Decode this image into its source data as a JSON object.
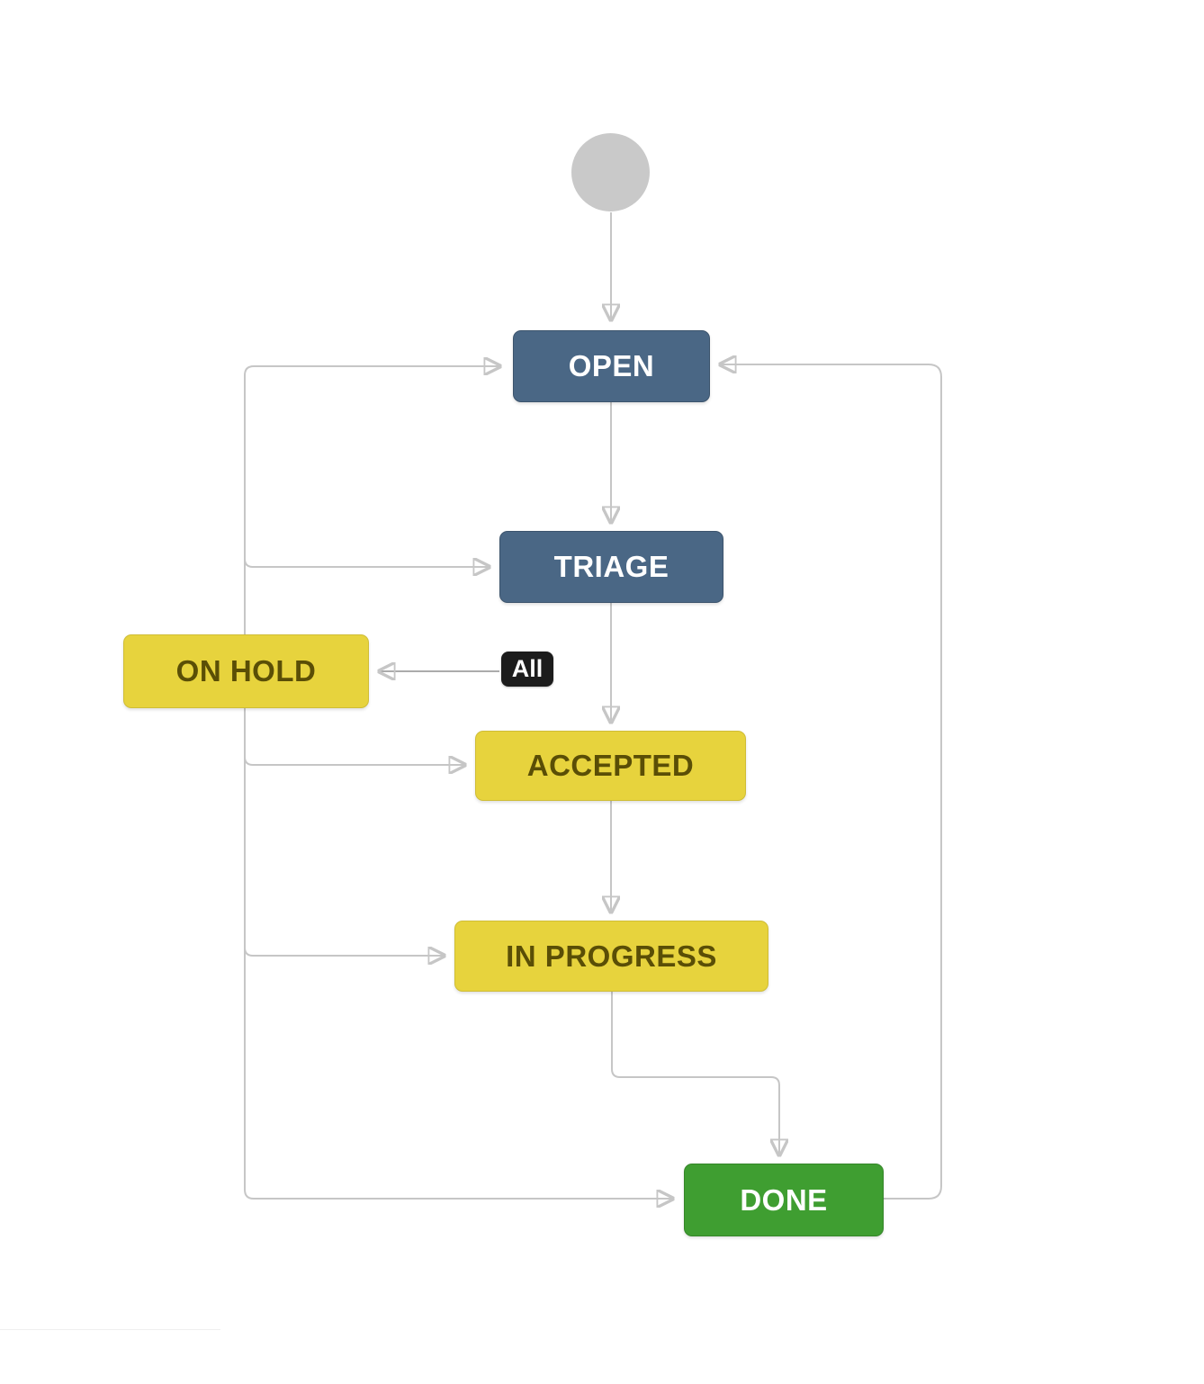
{
  "diagram": {
    "type": "workflow",
    "start_node": {
      "name": "start",
      "color": "#c9c9c9"
    },
    "nodes": [
      {
        "id": "open",
        "label": "OPEN",
        "color": "#4a6785",
        "text_color": "#ffffff"
      },
      {
        "id": "triage",
        "label": "TRIAGE",
        "color": "#4a6785",
        "text_color": "#ffffff"
      },
      {
        "id": "on-hold",
        "label": "ON HOLD",
        "color": "#e7d33d",
        "text_color": "#5a4e06"
      },
      {
        "id": "accepted",
        "label": "ACCEPTED",
        "color": "#e7d33d",
        "text_color": "#5a4e06"
      },
      {
        "id": "in-progress",
        "label": "IN PROGRESS",
        "color": "#e7d33d",
        "text_color": "#5a4e06"
      },
      {
        "id": "done",
        "label": "DONE",
        "color": "#3f9e31",
        "text_color": "#ffffff"
      }
    ],
    "transition_label": {
      "label": "All",
      "color": "#1c1c1c",
      "text_color": "#ffffff"
    },
    "edges": [
      {
        "from": "start",
        "to": "open"
      },
      {
        "from": "open",
        "to": "triage"
      },
      {
        "from": "triage",
        "to": "accepted"
      },
      {
        "from": "accepted",
        "to": "in-progress"
      },
      {
        "from": "in-progress",
        "to": "done"
      },
      {
        "from": "done",
        "to": "open"
      },
      {
        "from": "all-rail",
        "to": "open"
      },
      {
        "from": "all-rail",
        "to": "triage"
      },
      {
        "from": "all-rail",
        "to": "accepted"
      },
      {
        "from": "all-rail",
        "to": "in-progress"
      },
      {
        "from": "all-rail",
        "to": "done"
      },
      {
        "from": "all",
        "to": "on-hold"
      }
    ],
    "colors": {
      "line": "#c6c6c6",
      "arrow": "#b2b2b2",
      "background": "#ffffff"
    }
  }
}
